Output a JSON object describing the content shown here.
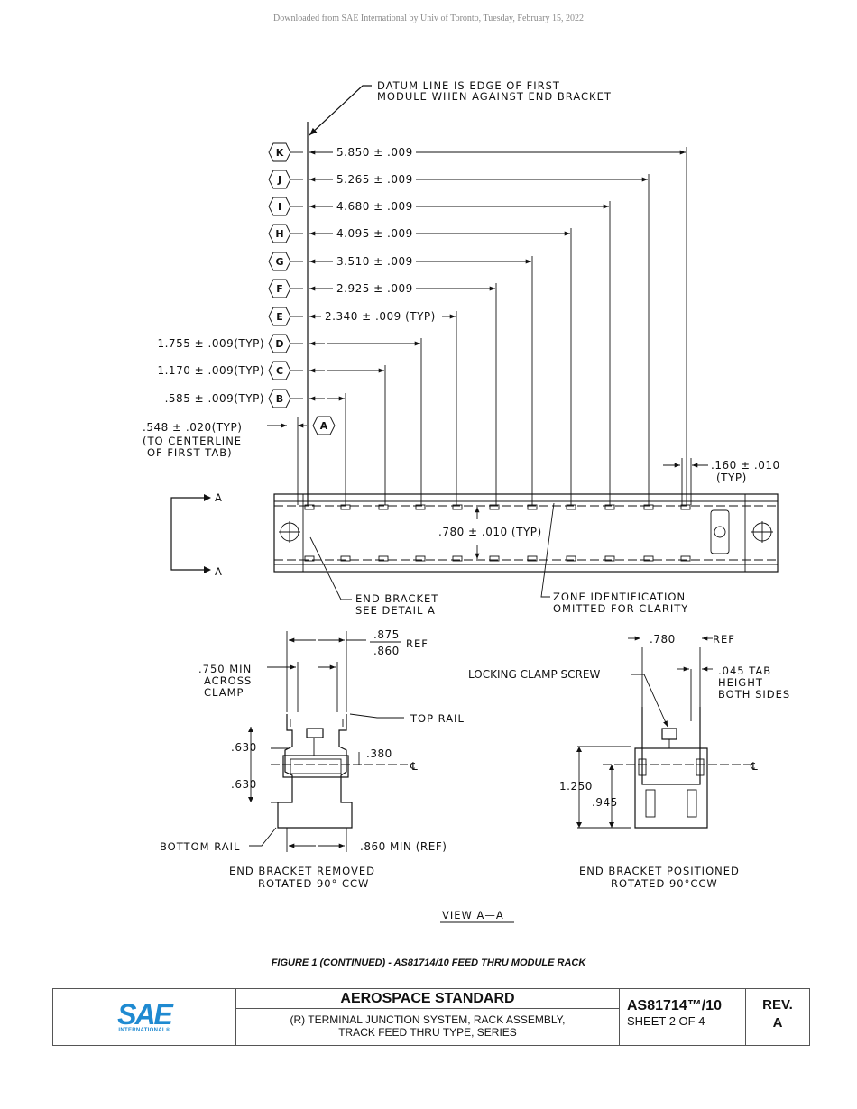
{
  "download_note": "Downloaded from SAE International by Univ of Toronto, Tuesday, February 15, 2022",
  "datum_note": [
    "DATUM LINE IS EDGE OF FIRST",
    "MODULE WHEN AGAINST END BRACKET"
  ],
  "zones": [
    {
      "letter": "K",
      "dim": "5.850 ± .009"
    },
    {
      "letter": "J",
      "dim": "5.265 ± .009"
    },
    {
      "letter": "I",
      "dim": "4.680 ± .009"
    },
    {
      "letter": "H",
      "dim": "4.095 ± .009"
    },
    {
      "letter": "G",
      "dim": "3.510 ± .009"
    },
    {
      "letter": "F",
      "dim": "2.925 ± .009"
    },
    {
      "letter": "E",
      "dim": "2.340 ± .009 (TYP)"
    },
    {
      "letter": "D",
      "dim": "1.755 ± .009(TYP)"
    },
    {
      "letter": "C",
      "dim": "1.170 ± .009(TYP)"
    },
    {
      "letter": "B",
      "dim": ".585 ± .009(TYP)"
    },
    {
      "letter": "A",
      "dim": ".548 ± .020(TYP)"
    }
  ],
  "zone_a_note": [
    "(TO CENTERLINE",
    "OF FIRST TAB)"
  ],
  "tab_dim": [
    ".160 ± .010",
    "(TYP)"
  ],
  "rail_gap_dim": ".780 ± .010 (TYP)",
  "section_label": "A",
  "end_bracket_note": [
    "END BRACKET",
    "SEE DETAIL A"
  ],
  "zone_id_note": [
    "ZONE IDENTIFICATION",
    "OMITTED FOR CLARITY"
  ],
  "left_view": {
    "ref_top": ".875",
    "ref_bottom": ".860",
    "ref": "REF",
    "across_clamp": [
      ".750 MIN",
      "ACROSS",
      "CLAMP"
    ],
    "top_rail": "TOP RAIL",
    "d630a": ".630",
    "d630b": ".630",
    "d380": ".380",
    "bottom_rail": "BOTTOM RAIL",
    "min_ref": ".860 MIN (REF)",
    "caption": [
      "END BRACKET REMOVED",
      "ROTATED 90° CCW"
    ]
  },
  "right_view": {
    "d780": ".780",
    "ref": "REF",
    "locking_clamp": "LOCKING CLAMP SCREW",
    "tab_height": [
      ".045 TAB",
      "HEIGHT",
      "BOTH SIDES"
    ],
    "d1250": "1.250",
    "d945": ".945",
    "caption": [
      "END BRACKET POSITIONED",
      "ROTATED 90°CCW"
    ]
  },
  "view_label": "VIEW A—A",
  "centerline_symbol": "℄",
  "figure_caption": "FIGURE 1 (CONTINUED) - AS81714/10 FEED THRU MODULE RACK",
  "title_block": {
    "logo_text": "SAE",
    "logo_sub": "INTERNATIONAL®",
    "standard": "AEROSPACE STANDARD",
    "title_lines": [
      "(R) TERMINAL JUNCTION SYSTEM, RACK ASSEMBLY,",
      "TRACK FEED THRU TYPE, SERIES"
    ],
    "doc_number": "AS81714™/10",
    "sheet": "SHEET 2 OF 4",
    "rev_label": "REV.",
    "rev": "A"
  }
}
